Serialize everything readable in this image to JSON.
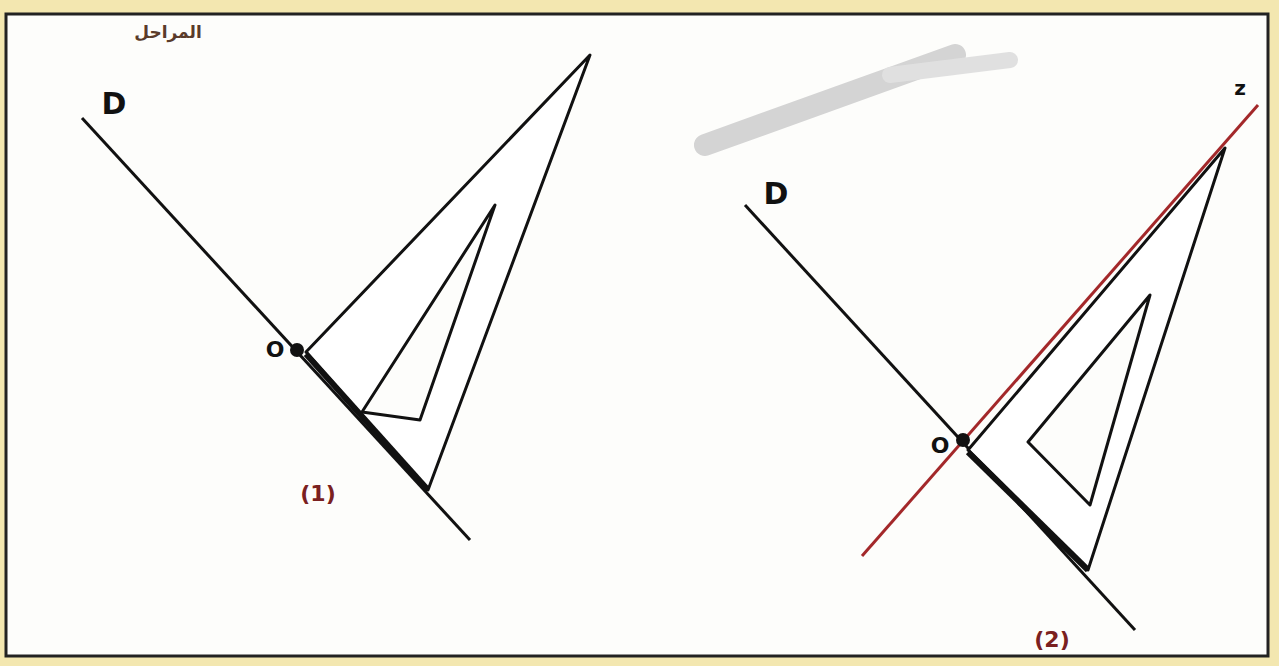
{
  "diagram": {
    "labels": [
      "المراحل",
      "D",
      "O",
      "(1)",
      "D",
      "O",
      "(2)",
      "z"
    ]
  }
}
